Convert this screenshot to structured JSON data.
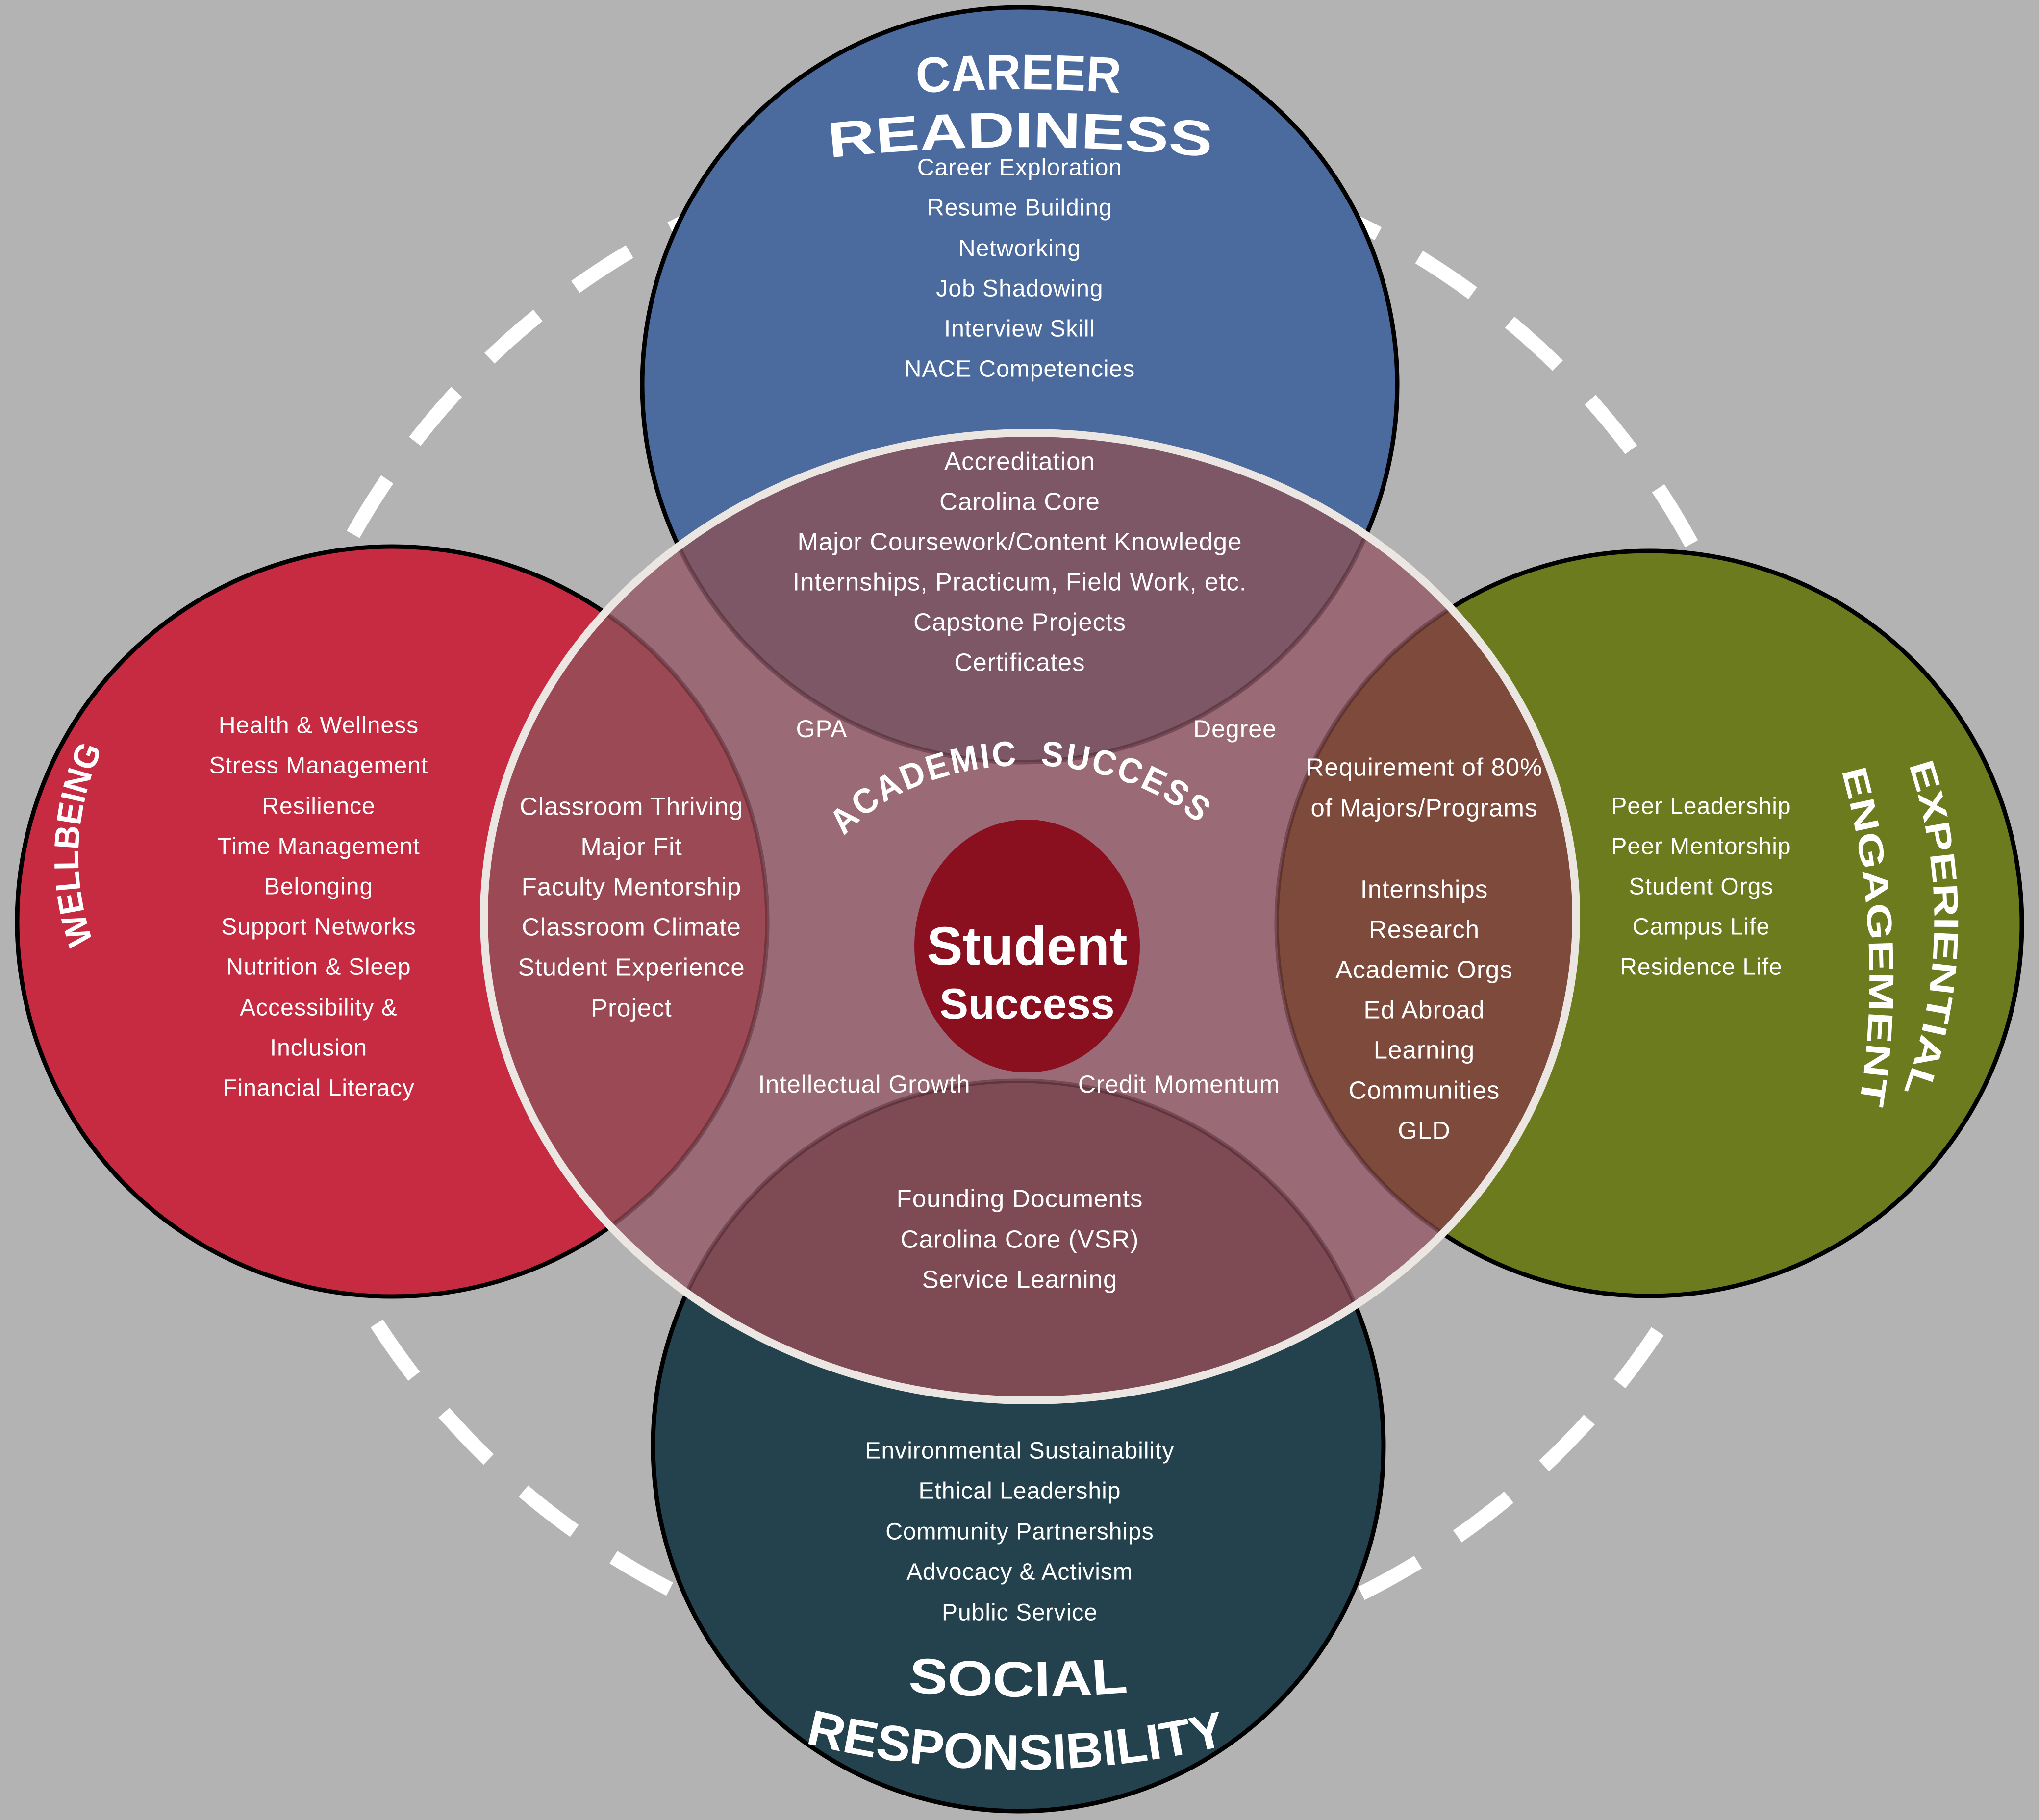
{
  "colors": {
    "background": "#b3b3b3",
    "career_blue": "#4b6b9e",
    "wellbeing_red": "#c72b41",
    "experiential_green": "#6d7b1f",
    "social_teal": "#24414e",
    "academic_mauve": "#9a6a76",
    "overlap_career": "#7d5766",
    "overlap_wellbeing": "#9b4a55",
    "overlap_experiential": "#7d4a3c",
    "overlap_social": "#7e4a54",
    "garnet_center": "#8a0f1f",
    "ring_white": "#ece6e2",
    "dash_white": "#ffffff",
    "circle_outline": "#000000"
  },
  "center": {
    "arc_title": "ACADEMIC  SUCCESS",
    "student_line1": "Student",
    "student_line2": "Success",
    "gpa": "GPA",
    "degree": "Degree",
    "intellectual_growth": "Intellectual Growth",
    "credit_momentum": "Credit Momentum"
  },
  "circles": {
    "career": {
      "title_line1": "CAREER",
      "title_line2": "READINESS",
      "items": [
        "Career Exploration",
        "Resume Building",
        "Networking",
        "Job Shadowing",
        "Interview Skill",
        "NACE Competencies"
      ]
    },
    "wellbeing": {
      "title": "WELLBEING",
      "items": [
        "Health & Wellness",
        "Stress Management",
        "Resilience",
        "Time Management",
        "Belonging",
        "Support Networks",
        "Nutrition & Sleep",
        "Accessibility &",
        "Inclusion",
        "Financial Literacy"
      ]
    },
    "experiential": {
      "title_line1": "EXPERIENTIAL",
      "title_line2": "ENGAGEMENT",
      "items": [
        "Peer Leadership",
        "Peer Mentorship",
        "Student Orgs",
        "Campus Life",
        "Residence Life"
      ]
    },
    "social": {
      "title_line1": "SOCIAL",
      "title_line2": "RESPONSIBILITY",
      "items": [
        "Environmental Sustainability",
        "Ethical Leadership",
        "Community Partnerships",
        "Advocacy & Activism",
        "Public Service"
      ]
    }
  },
  "overlaps": {
    "career_academic": {
      "items": [
        "Accreditation",
        "Carolina Core",
        "Major Coursework/Content Knowledge",
        "Internships, Practicum, Field Work, etc.",
        "Capstone Projects",
        "Certificates"
      ]
    },
    "wellbeing_academic": {
      "items": [
        "Classroom Thriving",
        "Major Fit",
        "Faculty Mentorship",
        "Classroom Climate",
        "Student Experience",
        "Project"
      ]
    },
    "experiential_academic": {
      "header": [
        "Requirement of 80%",
        "of Majors/Programs"
      ],
      "items": [
        "Internships",
        "Research",
        "Academic Orgs",
        "Ed Abroad",
        "Learning",
        "Communities",
        "GLD"
      ]
    },
    "social_academic": {
      "items": [
        "Founding Documents",
        "Carolina Core (VSR)",
        "Service Learning"
      ]
    }
  }
}
